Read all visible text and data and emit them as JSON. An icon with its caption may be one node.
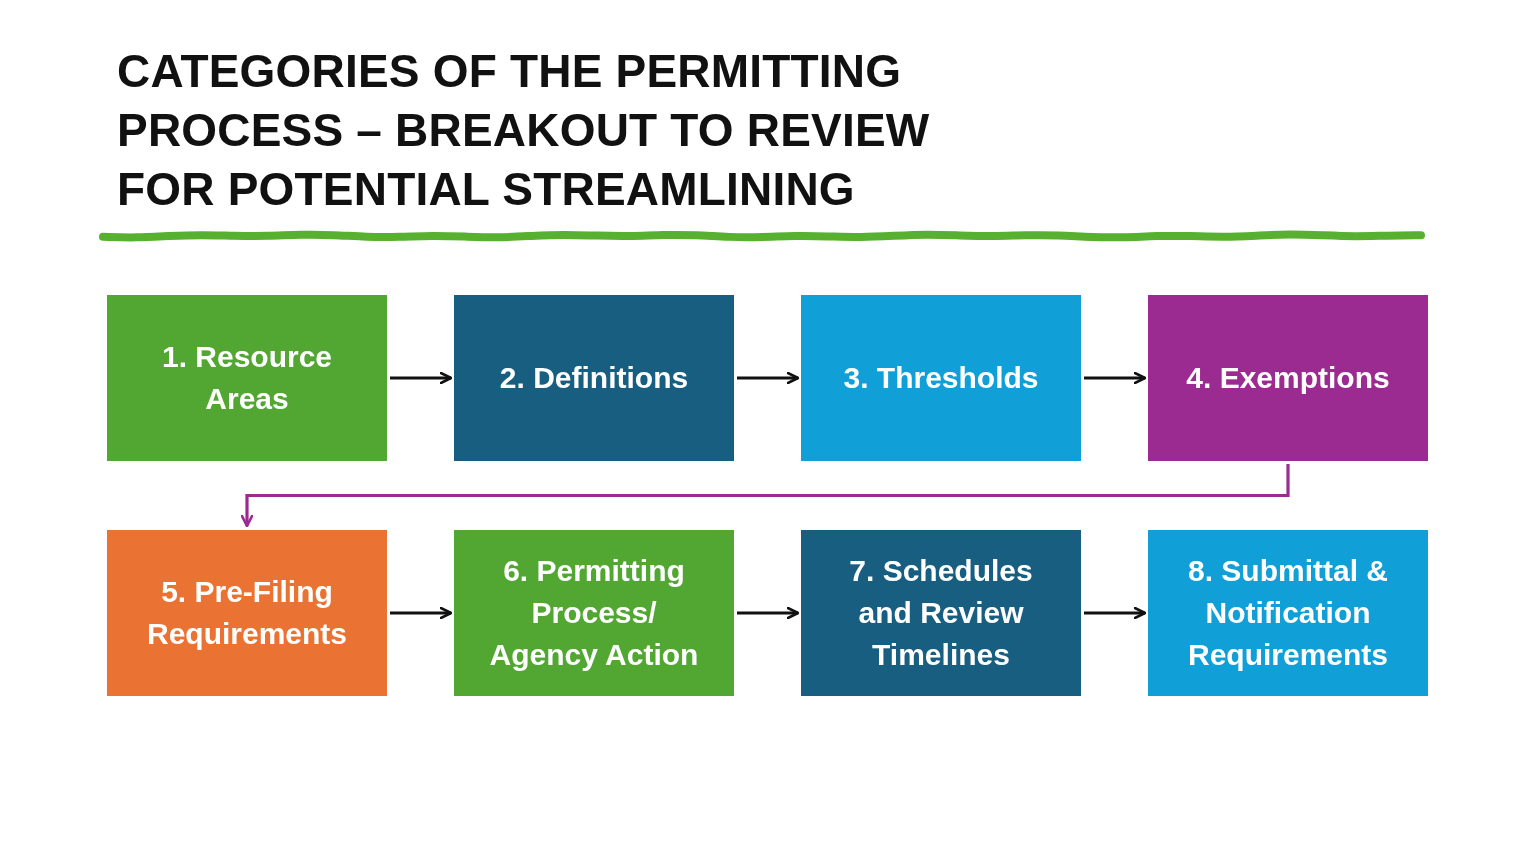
{
  "diagram": {
    "title": "CATEGORIES OF THE PERMITTING PROCESS – BREAKOUT TO REVIEW FOR POTENTIAL STREAMLINING",
    "nodes": [
      {
        "text": [
          "1. Resource Areas"
        ]
      },
      {
        "text": [
          "2. Definitions"
        ]
      },
      {
        "text": [
          "3. Thresholds"
        ]
      },
      {
        "text": [
          "4. Exemptions"
        ]
      },
      {
        "text": [
          "5. Pre-Filing Requirements"
        ]
      },
      {
        "text": [
          "6. Permitting Process/ Agency Action"
        ]
      },
      {
        "text": [
          "7. Schedules and Review Timelines"
        ]
      },
      {
        "text": [
          "8. Submittal & Notification Requirements"
        ]
      }
    ],
    "edges": [
      {
        "from": 0,
        "to": 1,
        "arrow": "to"
      },
      {
        "from": 1,
        "to": 2,
        "arrow": "to"
      },
      {
        "from": 2,
        "to": 3,
        "arrow": "to"
      },
      {
        "from": 3,
        "to": 4,
        "arrow": "to",
        "color": "#9c2b91"
      },
      {
        "from": 4,
        "to": 5,
        "arrow": "to"
      },
      {
        "from": 5,
        "to": 6,
        "arrow": "to"
      },
      {
        "from": 6,
        "to": 7,
        "arrow": "to"
      }
    ]
  }
}
